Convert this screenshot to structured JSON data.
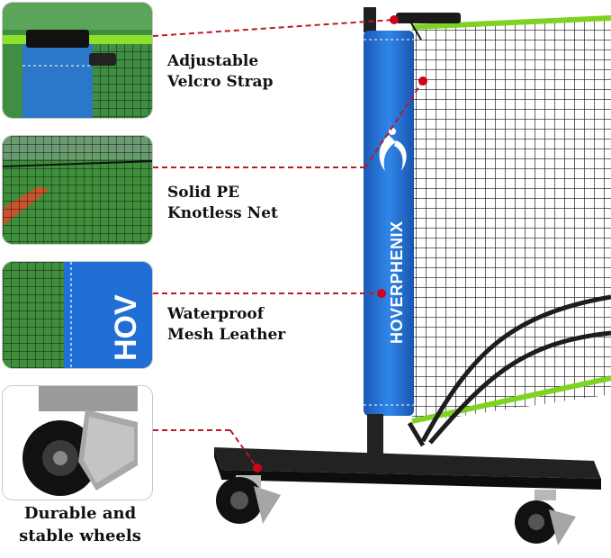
{
  "features": [
    {
      "line1": "Adjustable",
      "line2": "Velcro Strap"
    },
    {
      "line1": "Solid PE",
      "line2": "Knotless Net"
    },
    {
      "line1": "Waterproof",
      "line2": "Mesh Leather"
    },
    {
      "line1": "Durable and",
      "line2": "stable wheels"
    }
  ],
  "brand": "HOVERPHENIX",
  "colors": {
    "net_frame_green": "#7ed321",
    "post_blue": "#1f6fd6",
    "callout_red": "#d0021b",
    "turf_green": "#3e8f3a",
    "court_orange": "#c8542b"
  }
}
